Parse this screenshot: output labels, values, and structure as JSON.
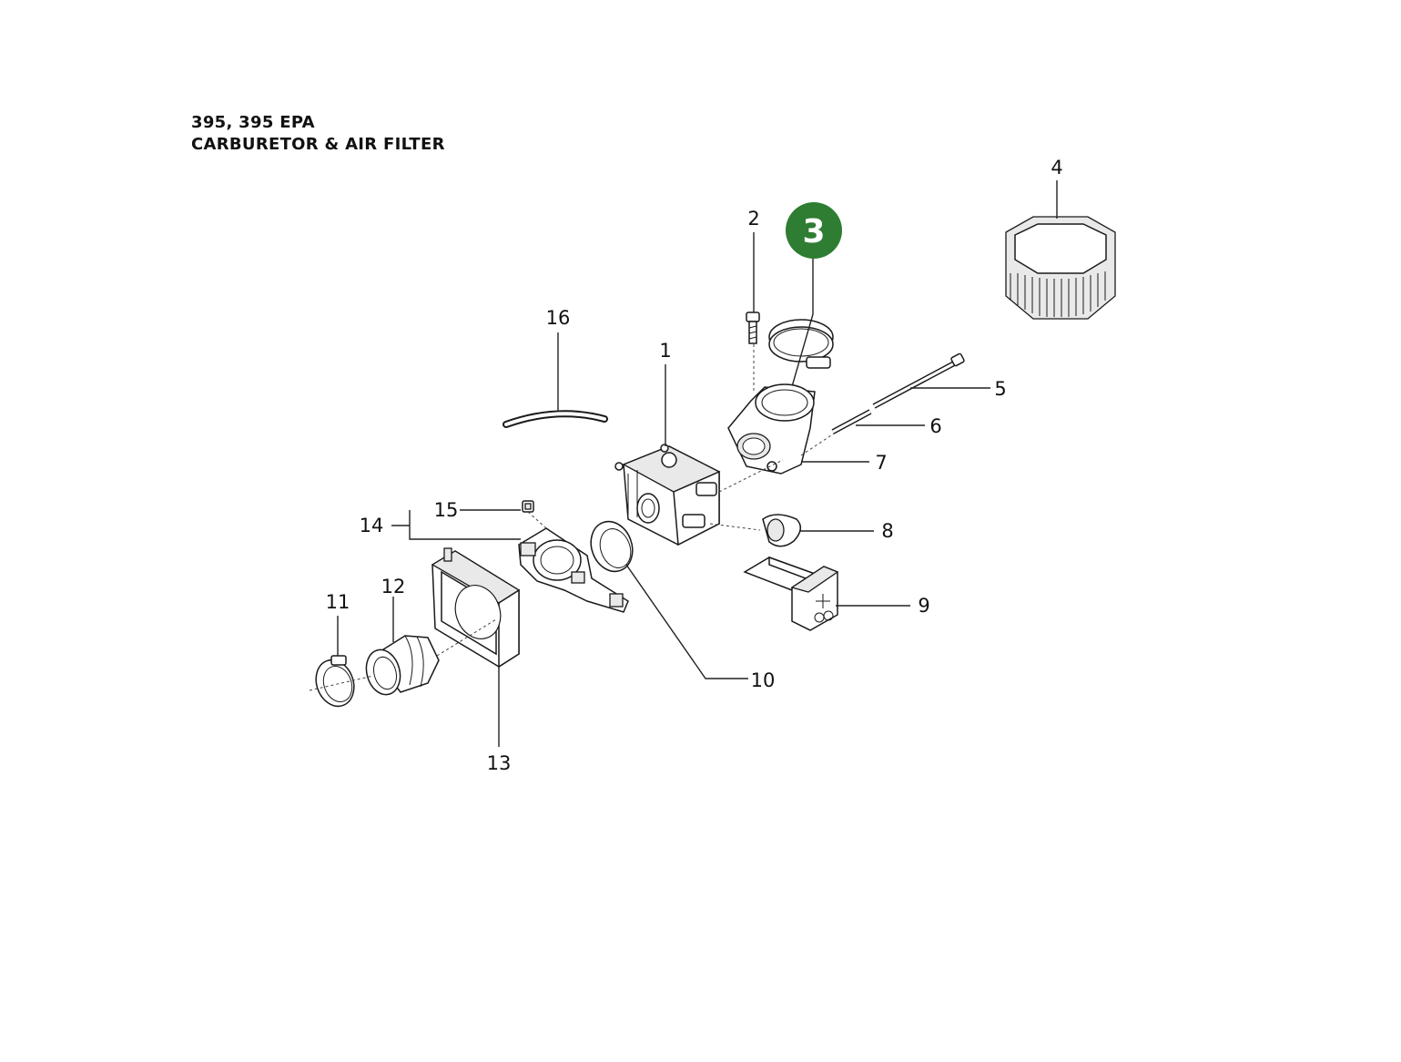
{
  "header": {
    "model_line": "395, 395 EPA",
    "section_line": "CARBURETOR & AIR FILTER"
  },
  "highlight": {
    "number": "3",
    "color": "#2e7d32"
  },
  "callouts": {
    "c1": "1",
    "c2": "2",
    "c4": "4",
    "c5": "5",
    "c6": "6",
    "c7": "7",
    "c8": "8",
    "c9": "9",
    "c10": "10",
    "c11": "11",
    "c12": "12",
    "c13": "13",
    "c14": "14",
    "c15": "15",
    "c16": "16"
  }
}
